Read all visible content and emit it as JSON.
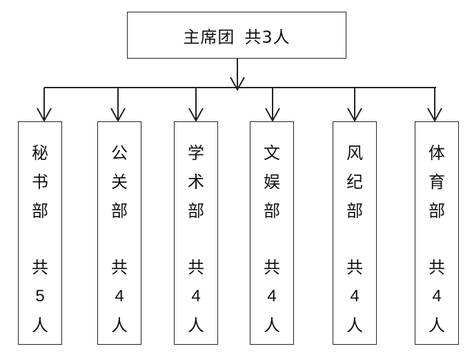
{
  "root": {
    "title": "主席团",
    "count_text": "共3人"
  },
  "departments": [
    {
      "name_chars": [
        "秘",
        "书",
        "部"
      ],
      "count_chars": [
        "共",
        "5",
        "人"
      ]
    },
    {
      "name_chars": [
        "公",
        "关",
        "部"
      ],
      "count_chars": [
        "共",
        "4",
        "人"
      ]
    },
    {
      "name_chars": [
        "学",
        "术",
        "部"
      ],
      "count_chars": [
        "共",
        "4",
        "人"
      ]
    },
    {
      "name_chars": [
        "文",
        "娱",
        "部"
      ],
      "count_chars": [
        "共",
        "4",
        "人"
      ]
    },
    {
      "name_chars": [
        "风",
        "纪",
        "部"
      ],
      "count_chars": [
        "共",
        "4",
        "人"
      ]
    },
    {
      "name_chars": [
        "体",
        "育",
        "部"
      ],
      "count_chars": [
        "共",
        "4",
        "人"
      ]
    }
  ],
  "colors": {
    "line": "#222222",
    "text": "#111111",
    "background": "#ffffff"
  }
}
